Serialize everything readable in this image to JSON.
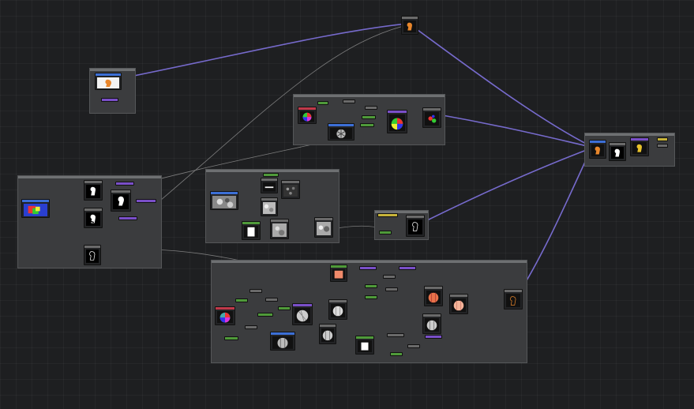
{
  "app": {
    "view": "node-graph-editor"
  },
  "colors": {
    "background": "#1e1f21",
    "frame": "#3b3c3e",
    "wire_main": "#7b6fd6",
    "wire_grey": "#9a9a9a",
    "header_blue": "#3c6fd6",
    "header_purple": "#7a4fc8",
    "header_green": "#4f9a3a",
    "header_yellow": "#c8b43a",
    "header_grey": "#6a6a6a"
  },
  "frames": [
    {
      "name": "frame-top-left"
    },
    {
      "name": "frame-upper-middle"
    },
    {
      "name": "frame-left"
    },
    {
      "name": "frame-center"
    },
    {
      "name": "frame-output"
    },
    {
      "name": "frame-bottom"
    }
  ]
}
